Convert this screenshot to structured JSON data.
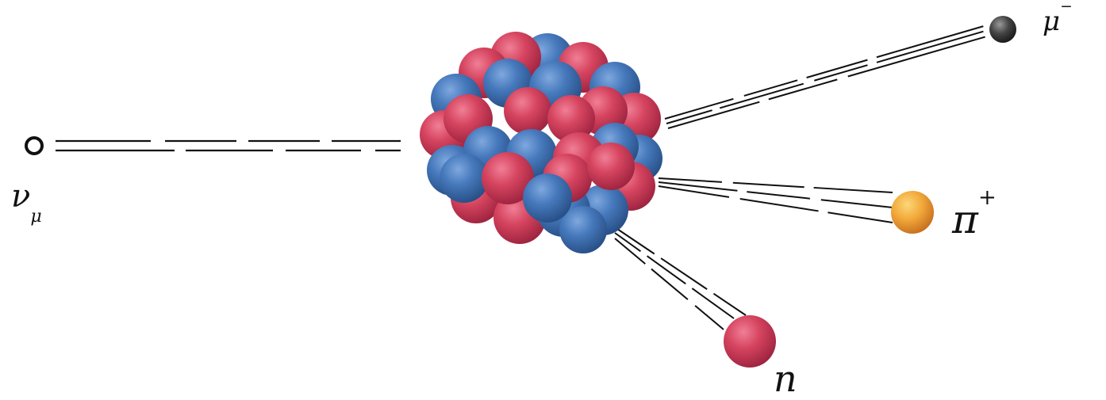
{
  "particles": {
    "neutrino": {
      "symbol": "ν",
      "subscript": "μ"
    },
    "muon": {
      "symbol": "μ",
      "superscript": "−",
      "color": "#3a3a3a"
    },
    "pion": {
      "symbol": "π",
      "superscript": "+",
      "color": "#f0a030"
    },
    "neutron": {
      "symbol": "n",
      "color": "#c63a55"
    }
  },
  "nucleus": {
    "proton_color": "#cf3d5c",
    "neutron_color": "#3f74b6"
  }
}
